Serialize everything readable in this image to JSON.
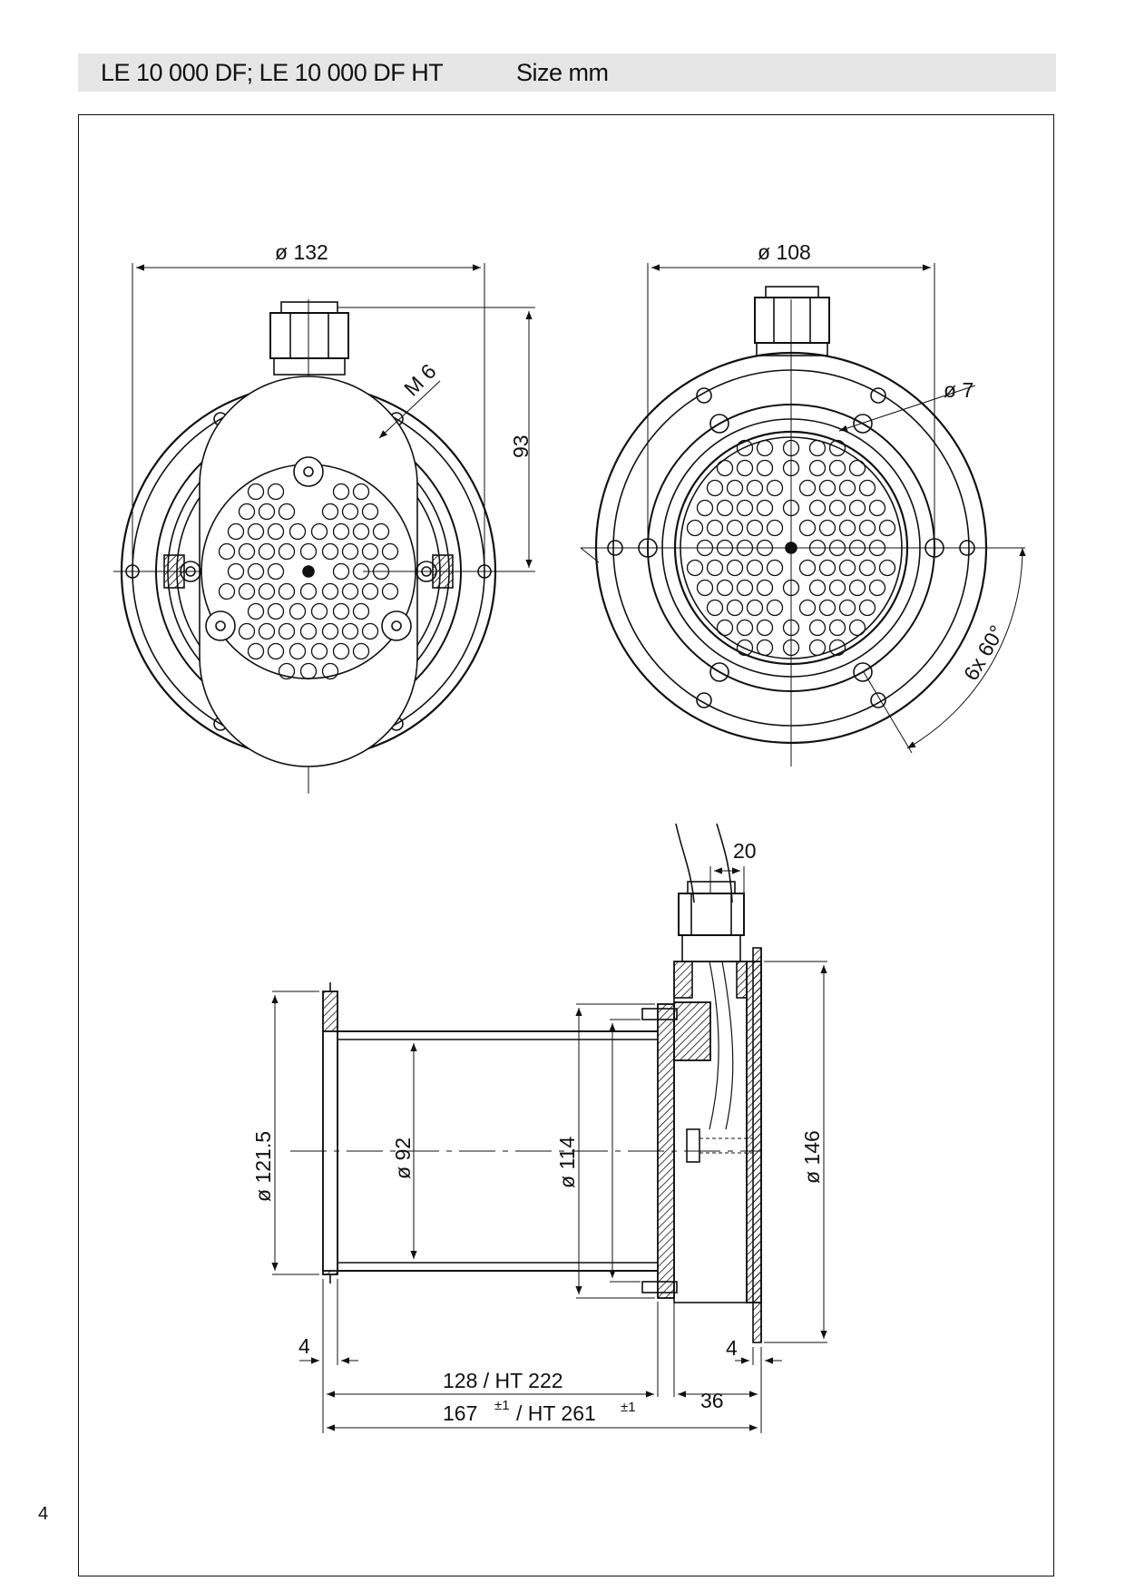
{
  "header": {
    "title": "LE 10 000 DF; LE 10 000 DF HT",
    "size_label": "Size mm"
  },
  "page_number": "4",
  "front_view_left": {
    "dim_diameter": "ø 132",
    "dim_height": "93",
    "thread_label": "M 6"
  },
  "front_view_right": {
    "dim_diameter": "ø 108",
    "hole_label": "ø 7",
    "angle_label": "6x 60°"
  },
  "side_view": {
    "dim_cable": "20",
    "dim_flange_dia": "ø 121.5",
    "dim_tube_dia": "ø 92",
    "dim_inner_dia": "ø 114",
    "dim_outer_dia": "ø 146",
    "dim_left_thickness": "4",
    "dim_right_thickness": "4",
    "dim_length": "128 / HT 222",
    "dim_overall_a": "167",
    "dim_overall_tol_a": "±1",
    "dim_overall_b": "/ HT 261",
    "dim_overall_tol_b": "±1",
    "dim_end": "36"
  }
}
